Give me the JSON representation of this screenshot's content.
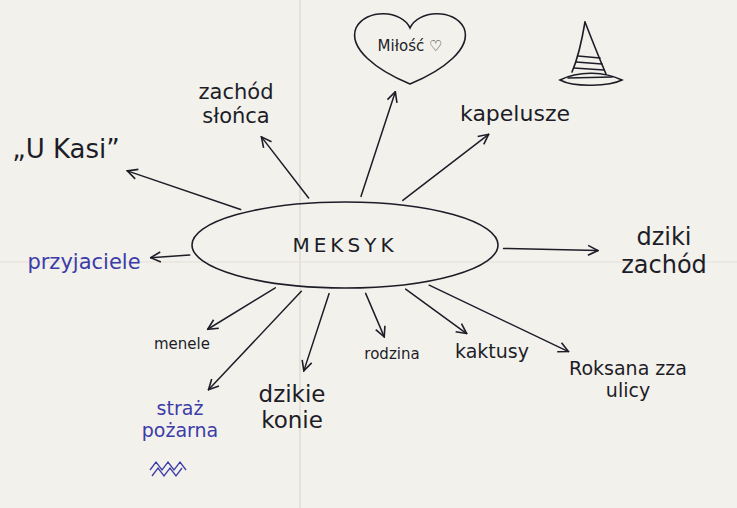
{
  "diagram": {
    "nodes": [
      {
        "text": [
          "„U Kasi”"
        ]
      },
      {
        "text": [
          "zachód słońca"
        ]
      },
      {
        "text": [
          "Miłość ♡"
        ]
      },
      {
        "text": [
          "kapelusze"
        ]
      },
      {
        "text": [
          "MEKSYK"
        ]
      },
      {
        "text": [
          "dziki zachód"
        ]
      },
      {
        "text": [
          "przyjaciele"
        ]
      },
      {
        "text": [
          "menele"
        ]
      },
      {
        "text": [
          "straż pożarna"
        ]
      },
      {
        "text": [
          "dzikie konie"
        ]
      },
      {
        "text": [
          "rodzina"
        ]
      },
      {
        "text": [
          "kaktusy"
        ]
      },
      {
        "text": [
          "Roksana zza ulicy"
        ]
      }
    ],
    "edges": [
      {
        "from": 4,
        "to": 0,
        "arrow": "to"
      },
      {
        "from": 4,
        "to": 1,
        "arrow": "to"
      },
      {
        "from": 4,
        "to": 2,
        "arrow": "to"
      },
      {
        "from": 4,
        "to": 3,
        "arrow": "to"
      },
      {
        "from": 4,
        "to": 5,
        "arrow": "to"
      },
      {
        "from": 4,
        "to": 6,
        "arrow": "to"
      },
      {
        "from": 4,
        "to": 7,
        "arrow": "to"
      },
      {
        "from": 4,
        "to": 8,
        "arrow": "to"
      },
      {
        "from": 4,
        "to": 9,
        "arrow": "to"
      },
      {
        "from": 4,
        "to": 10,
        "arrow": "to"
      },
      {
        "from": 4,
        "to": 11,
        "arrow": "to"
      },
      {
        "from": 4,
        "to": 12,
        "arrow": "to"
      }
    ]
  }
}
